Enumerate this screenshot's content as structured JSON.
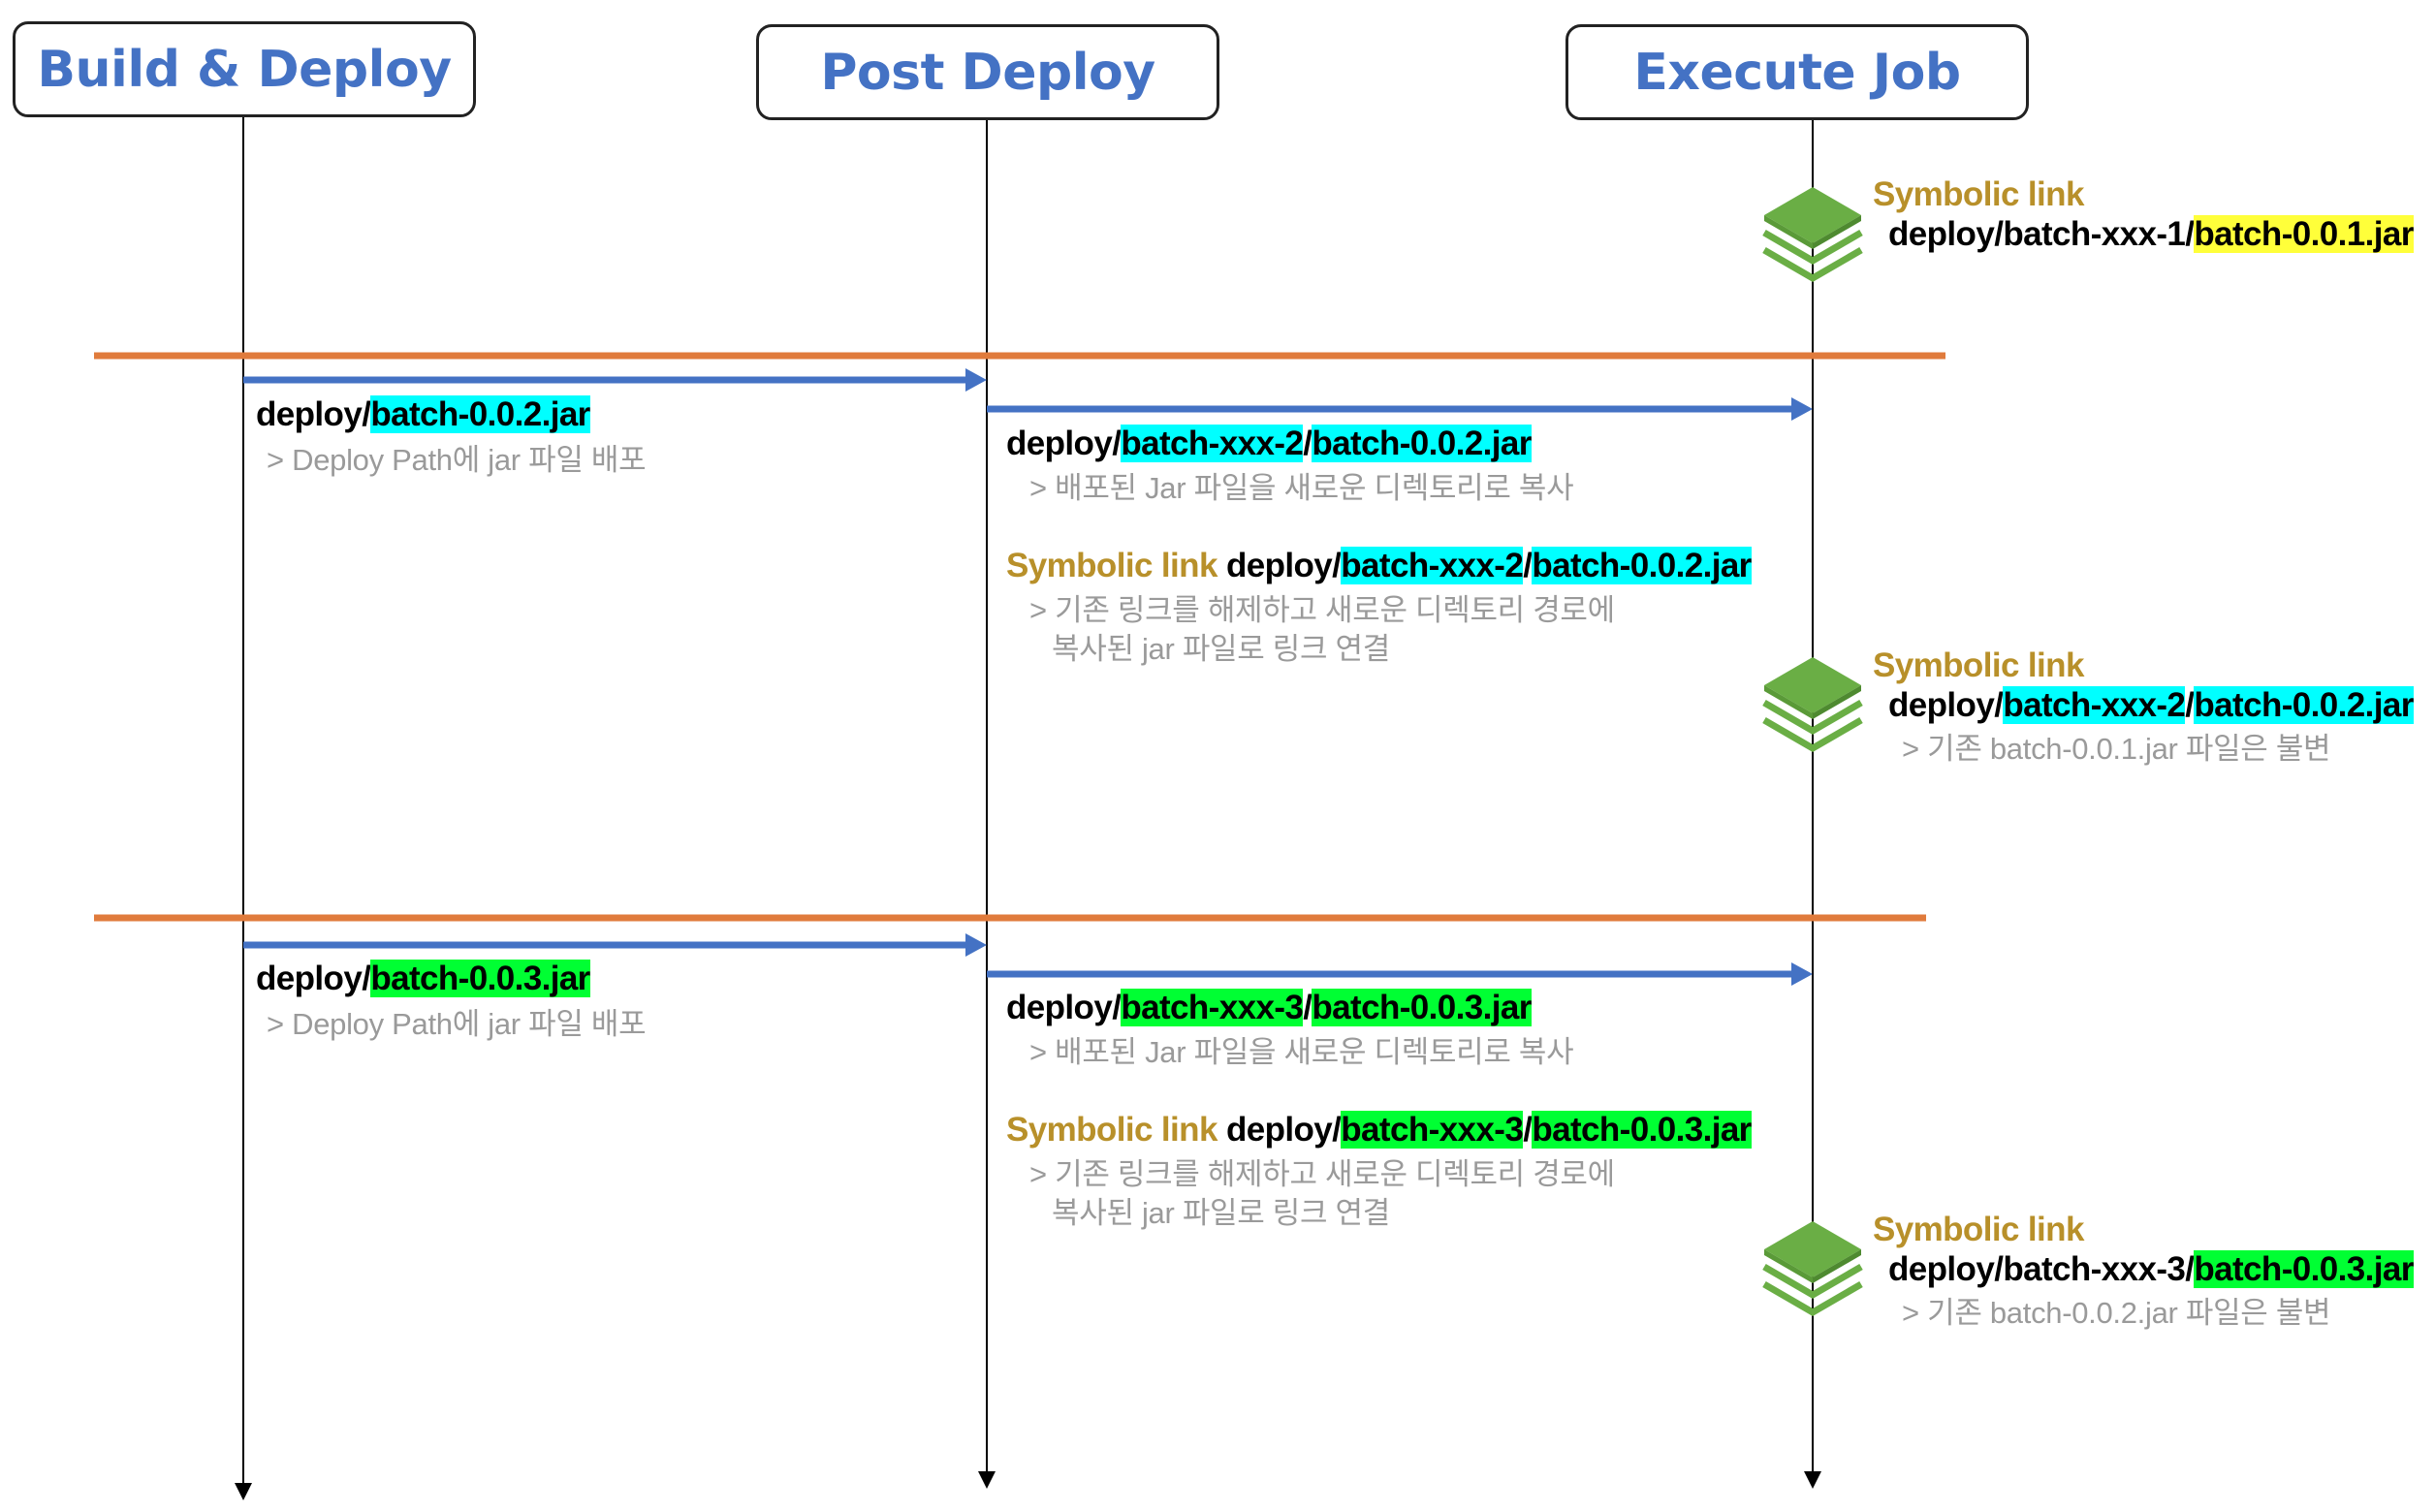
{
  "actors": {
    "build": "Build & Deploy",
    "post": "Post Deploy",
    "exec": "Execute Job"
  },
  "colors": {
    "actor_text": "#4472C4",
    "arrow": "#4472C4",
    "separator": "#E07B3C",
    "symbolic_label": "#B8902A",
    "note": "#9a9a9a",
    "highlight_cyan": "#00FFFF",
    "highlight_green": "#00FF33",
    "highlight_yellow": "#FFFF3A",
    "stack_icon": "#6AAE45"
  },
  "initial": {
    "sym_label": "Symbolic link",
    "path_prefix": "deploy/batch-xxx-1/",
    "path_jar": "batch-0.0.1.jar"
  },
  "step1": {
    "build_prefix": "deploy/",
    "build_jar": "batch-0.0.2.jar",
    "build_note": "> Deploy Path에 jar 파일 배포",
    "post_prefix": "deploy/",
    "post_dir": "batch-xxx-2",
    "post_sep": "/",
    "post_jar": "batch-0.0.2.jar",
    "post_note": "> 배포된 Jar 파일을 새로운 디렉토리로 복사",
    "link_label": "Symbolic link",
    "link_prefix": " deploy/",
    "link_dir": "batch-xxx-2",
    "link_sep": "/",
    "link_jar": "batch-0.0.2.jar",
    "link_note_1": "> 기존 링크를 해제하고 새로운 디렉토리 경로에",
    "link_note_2": "복사된 jar 파일로 링크 연결",
    "exec_label": "Symbolic link",
    "exec_prefix": "deploy/",
    "exec_dir": "batch-xxx-2",
    "exec_sep": "/",
    "exec_jar": "batch-0.0.2.jar",
    "exec_note": "> 기존 batch-0.0.1.jar 파일은 불변"
  },
  "step2": {
    "build_prefix": "deploy/",
    "build_jar": "batch-0.0.3.jar",
    "build_note": "> Deploy Path에 jar 파일 배포",
    "post_prefix": "deploy/",
    "post_dir": "batch-xxx-3",
    "post_sep": "/",
    "post_jar": "batch-0.0.3.jar",
    "post_note": "> 배포된 Jar 파일을 새로운 디렉토리로 복사",
    "link_label": "Symbolic link",
    "link_prefix": " deploy/",
    "link_dir": "batch-xxx-3",
    "link_sep": "/",
    "link_jar": "batch-0.0.3.jar",
    "link_note_1": "> 기존 링크를 해제하고 새로운 디렉토리 경로에",
    "link_note_2": "복사된 jar 파일로 링크 연결",
    "exec_label": "Symbolic link",
    "exec_prefix": "deploy/batch-xxx-3/",
    "exec_jar": "batch-0.0.3.jar",
    "exec_note": "> 기존 batch-0.0.2.jar 파일은 불변"
  }
}
